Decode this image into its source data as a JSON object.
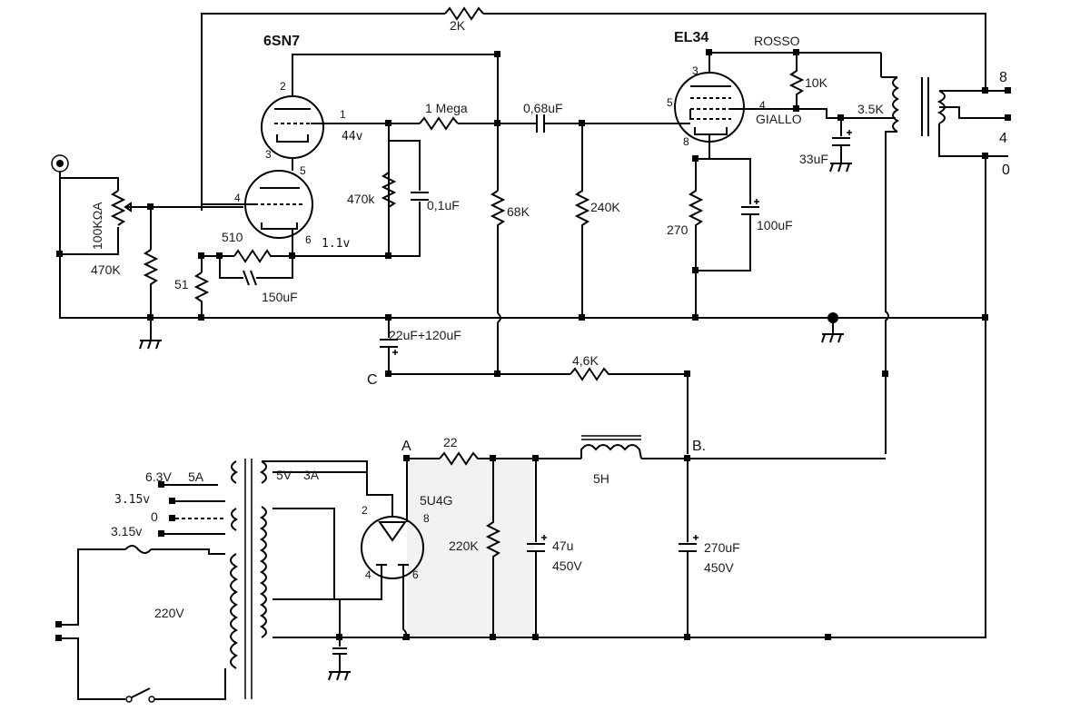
{
  "tubes": {
    "driver": "6SN7",
    "output": "EL34",
    "rectifier": "5U4G"
  },
  "pins": {
    "p2": "2",
    "p1": "1",
    "p3": "3",
    "p5": "5",
    "p4": "4",
    "p6": "6",
    "el_p3": "3",
    "el_p5": "5",
    "el_p4": "4",
    "el_p8": "8",
    "rect_p2": "2",
    "rect_p8": "8",
    "rect_p4": "4",
    "rect_p6": "6"
  },
  "voltages": {
    "plate_44": "44v",
    "cathode_1v1": "1.1v"
  },
  "components": {
    "r_feedback": "2K",
    "r_1mega": "1 Mega",
    "r_470k_grid": "470k",
    "c_0_1": "0,1uF",
    "r_68k": "68K",
    "c_0_68": "0,68uF",
    "r_240k": "240K",
    "r_10k": "10K",
    "r_3_5k": "3.5K",
    "c_33": "33uF",
    "r_270": "270",
    "c_100": "100uF",
    "pot": "100KΩA",
    "r_470k_in": "470K",
    "r_510": "510",
    "r_51": "51",
    "c_150": "150uF",
    "c_22_120": "22uF+120uF",
    "r_4_6k": "4,6K",
    "r_22": "22",
    "choke_5h": "5H",
    "r_220k": "220K",
    "c_47": "47u",
    "c_47_v": "450V",
    "c_270": "270uF",
    "c_270_v": "450V"
  },
  "wire_colors": {
    "rosso": "ROSSO",
    "giallo": "GIALLO"
  },
  "nodes": {
    "a": "A",
    "b": "B.",
    "c": "C"
  },
  "output_taps": {
    "t8": "8",
    "t4": "4",
    "t0": "0"
  },
  "power_transformer": {
    "w63": "6.3V",
    "w63_current": "5A",
    "w5": "5V",
    "w5_current": "3A",
    "w315a": "3.15v",
    "w0": "0",
    "w315b": "3.15v",
    "mains": "220V"
  },
  "colors": {
    "wire": "#000000",
    "rectifier_bg": "#f2f2f2"
  }
}
